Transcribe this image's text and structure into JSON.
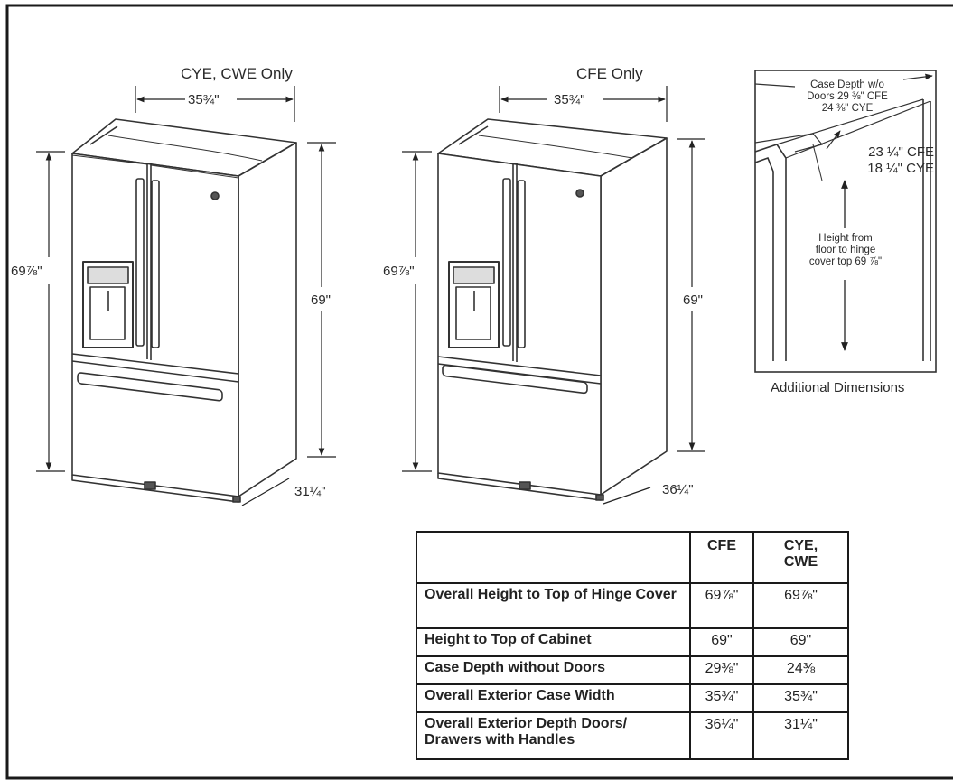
{
  "left_diagram": {
    "title": "CYE, CWE Only",
    "width_label": "35¾\"",
    "overall_height_label": "69⅞\"",
    "cabinet_height_label": "69\"",
    "depth_label": "31¼\""
  },
  "right_diagram": {
    "title": "CFE Only",
    "width_label": "35¾\"",
    "overall_height_label": "69⅞\"",
    "cabinet_height_label": "69\"",
    "depth_label": "36¼\""
  },
  "inset": {
    "case_depth_line1": "Case Depth w/o",
    "case_depth_line2": "Doors 29 ⅜\" CFE",
    "case_depth_line3": "24 ⅜\" CYE",
    "door_depth_cfe": "23 ¼\" CFE",
    "door_depth_cye": "18 ¼\" CYE",
    "hinge_line1": "Height from",
    "hinge_line2": "floor to hinge",
    "hinge_line3": "cover top 69 ⅞\"",
    "caption": "Additional Dimensions"
  },
  "table": {
    "col_cfe": "CFE",
    "col_cye": "CYE,",
    "col_cwe": "CWE",
    "rows": [
      {
        "label": "Overall Height to Top of Hinge Cover",
        "cfe": "69⅞\"",
        "cye": "69⅞\""
      },
      {
        "label": "Height to Top of Cabinet",
        "cfe": "69\"",
        "cye": "69\""
      },
      {
        "label": "Case Depth without Doors",
        "cfe": "29⅜\"",
        "cye": "24⅜"
      },
      {
        "label": "Overall Exterior Case Width",
        "cfe": "35¾\"",
        "cye": "35¾\""
      },
      {
        "label": "Overall Exterior Depth Doors/ Drawers with Handles",
        "cfe": "36¼\"",
        "cye": "31¼\""
      }
    ]
  }
}
